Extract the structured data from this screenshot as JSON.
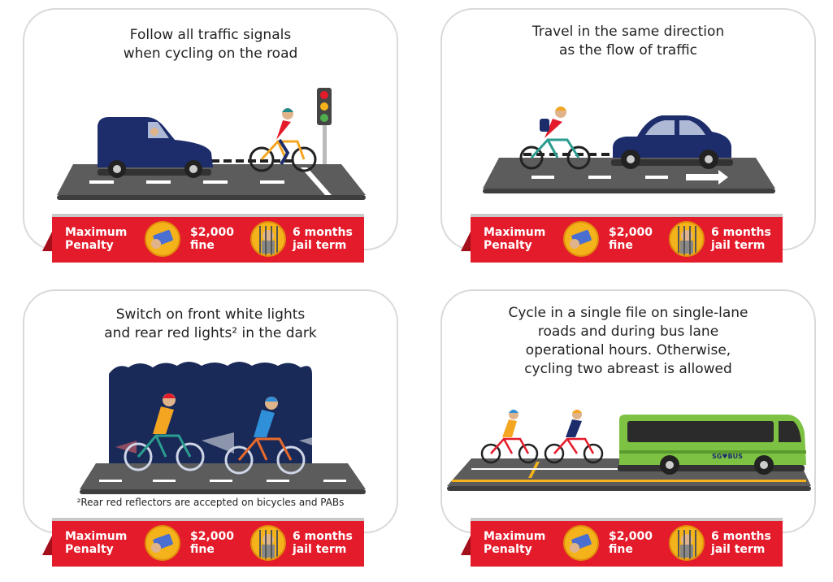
{
  "penalty": {
    "label_line1": "Maximum",
    "label_line2": "Penalty",
    "fine_line1": "$2,000",
    "fine_line2": "fine",
    "jail_line1": "6 months",
    "jail_line2": "jail term"
  },
  "cards": [
    {
      "title_lines": [
        "Follow all traffic signals",
        "when cycling on the road"
      ]
    },
    {
      "title_lines": [
        "Travel in the same direction",
        "as the flow of traffic"
      ]
    },
    {
      "title_lines": [
        "Switch on front white lights",
        "and rear red lights² in the dark"
      ],
      "footnote": "²Rear red reflectors are accepted on bicycles and PABs"
    },
    {
      "title_lines": [
        "Cycle in a single file on single-lane",
        "roads and during bus lane",
        "operational hours. Otherwise,",
        "cycling two abreast is allowed"
      ],
      "bus_label": "SG♥BUS"
    }
  ],
  "colors": {
    "penalty_red": "#e41b2a",
    "road_grey": "#5c5c5c",
    "car_navy": "#1d2d6b",
    "bus_green": "#7dc242",
    "coin_gold": "#f4b21b",
    "night_sky": "#1a2a58"
  },
  "icons": [
    "banknote-icon",
    "jail-icon",
    "traffic-light-icon",
    "cyclist-icon",
    "van-icon",
    "car-icon",
    "bus-icon"
  ]
}
